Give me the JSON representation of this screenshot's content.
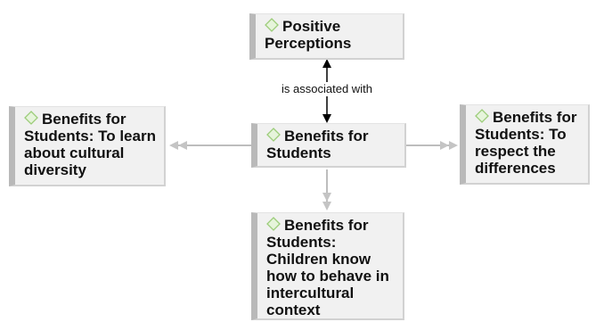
{
  "colors": {
    "node_fill": "#f1f1f1",
    "node_bar": "#b9b9b9",
    "icon_fill": "#e6f4db",
    "icon_stroke": "#9ccd7a",
    "link_gray": "#bdbdbd",
    "link_black": "#000000"
  },
  "icons": {
    "node": "diamond-icon"
  },
  "nodes": {
    "positive_perceptions": "Positive Perceptions",
    "benefits_students": "Benefits for Students",
    "cultural_diversity": "Benefits for Students: To learn about cultural diversity",
    "respect_differences": "Benefits for Students: To respect the differences",
    "intercultural_behavior": "Benefits for Students: Children know how to behave in intercultural context"
  },
  "edge_label": "is associated with"
}
